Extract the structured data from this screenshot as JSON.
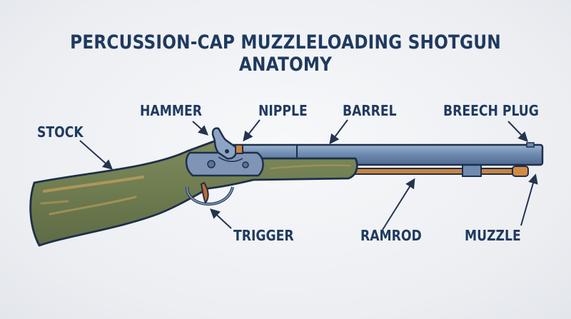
{
  "title": "PERCUSSION-CAP MUZZLELOADING SHOTGUN ANATOMY",
  "labels": {
    "stock": "STOCK",
    "hammer": "HAMMER",
    "nipple": "NIPPLE",
    "barrel": "BARREL",
    "breech_plug": "BREECH PLUG",
    "trigger": "TRIGGER",
    "ramrod": "RAMROD",
    "muzzle": "MUZZLE"
  },
  "colors": {
    "title": "#1f3a5f",
    "outline": "#1e2f4a",
    "stock_wood": "#6f7d52",
    "stock_grain": "#b89a5a",
    "barrel_steel": "#6f8bb0",
    "barrel_highlight": "#9cb3d2",
    "ramrod_brass": "#c8833f",
    "lock_plate": "#7e95b8",
    "trigger_brass": "#c06a2e",
    "arrow": "#24344f"
  }
}
